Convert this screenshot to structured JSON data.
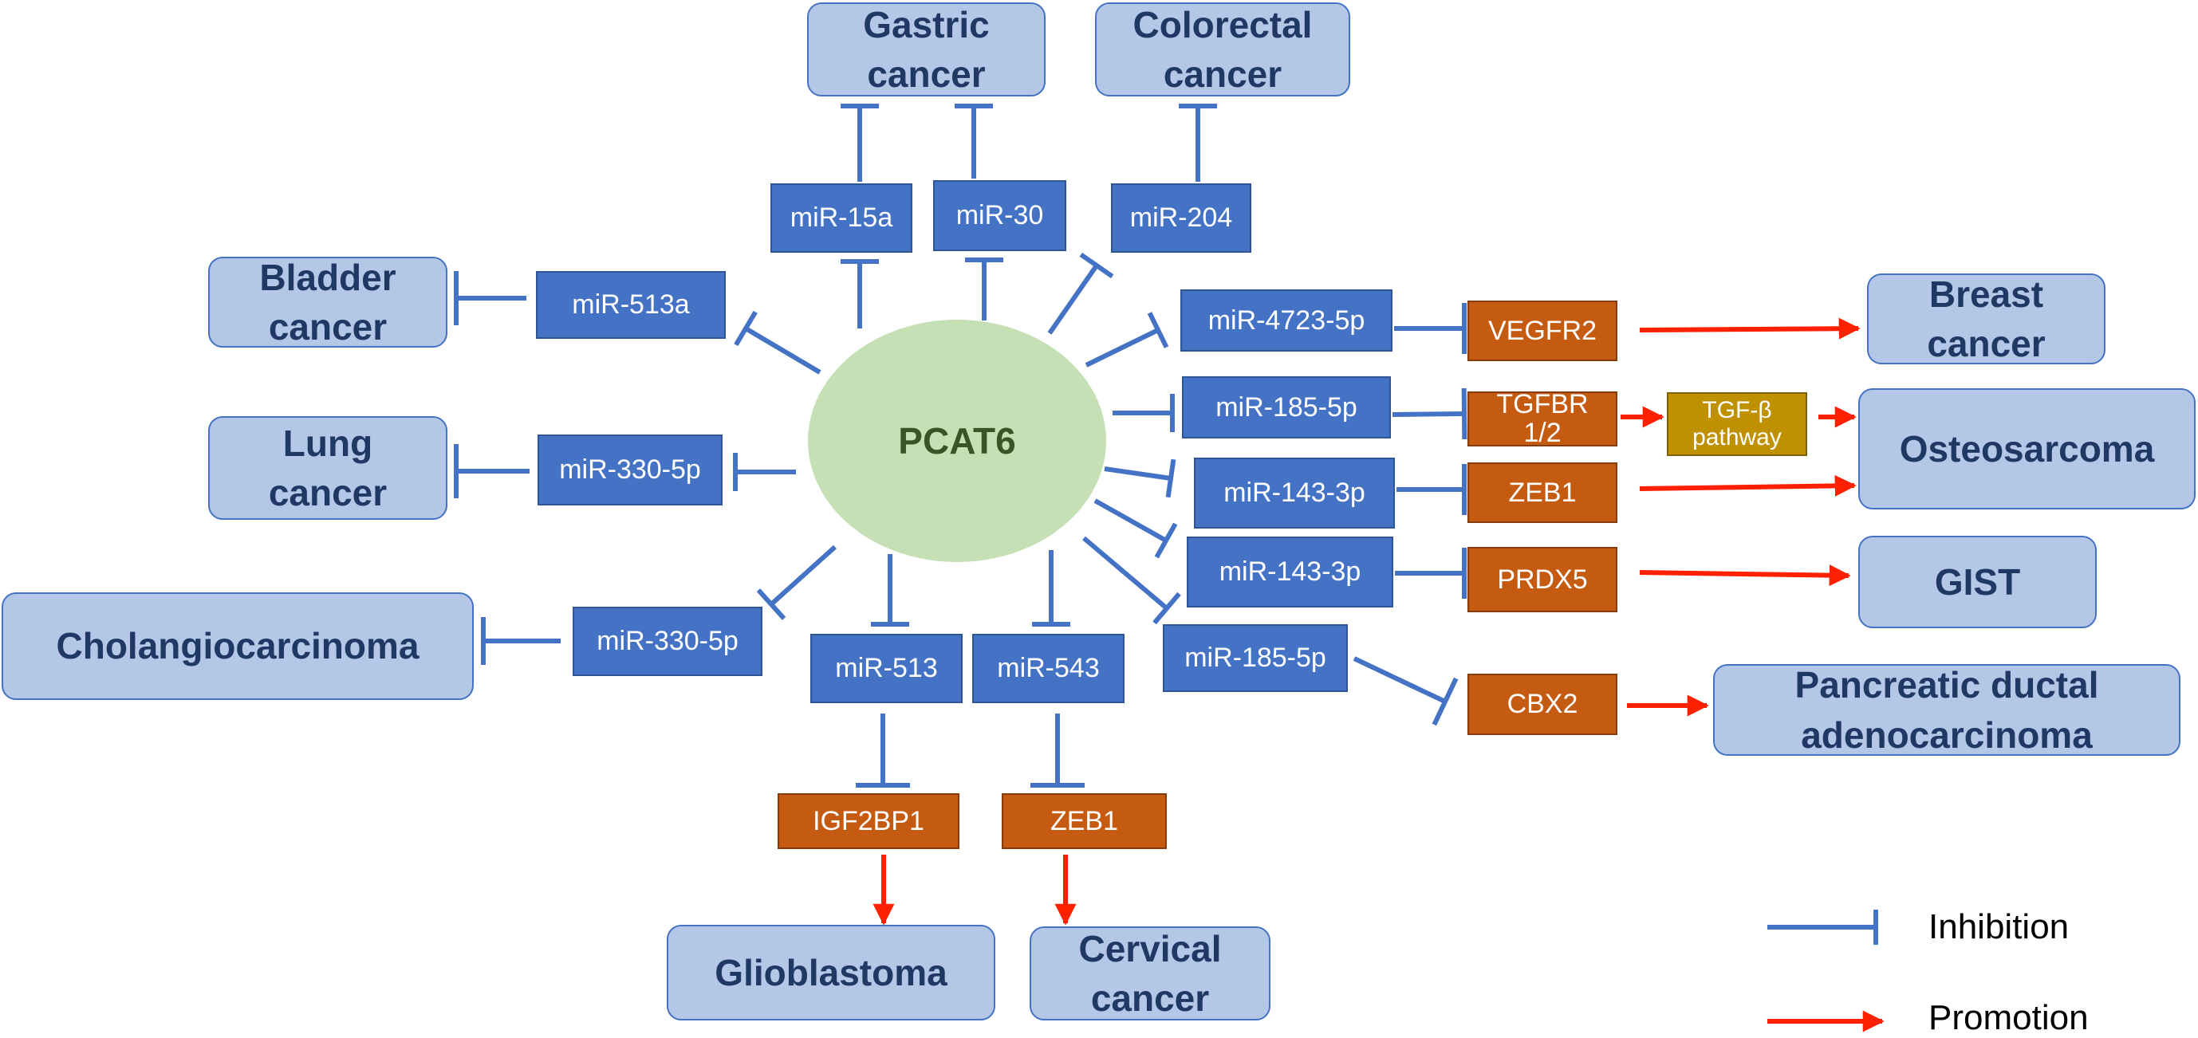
{
  "hub": "PCAT6",
  "cancers": {
    "gastric": "Gastric\ncancer",
    "colorectal": "Colorectal\ncancer",
    "bladder": "Bladder\ncancer",
    "lung": "Lung\ncancer",
    "cholangio": "Cholangiocarcinoma",
    "breast": "Breast\ncancer",
    "osteosarcoma": "Osteosarcoma",
    "gist": "GIST",
    "pancreatic": "Pancreatic ductal\nadenocarcinoma",
    "glioblastoma": "Glioblastoma",
    "cervical": "Cervical\ncancer"
  },
  "mirnas": {
    "mir15a": "miR-15a",
    "mir30": "miR-30",
    "mir204": "miR-204",
    "mir513a": "miR-513a",
    "mir4723": "miR-4723-5p",
    "mir185_a": "miR-185-5p",
    "mir330_lung": "miR-330-5p",
    "mir143_a": "miR-143-3p",
    "mir143_b": "miR-143-3p",
    "mir330_chol": "miR-330-5p",
    "mir513": "miR-513",
    "mir543": "miR-543",
    "mir185_b": "miR-185-5p"
  },
  "genes": {
    "vegfr2": "VEGFR2",
    "tgfbr": "TGFBR\n1/2",
    "zeb1_right": "ZEB1",
    "prdx5": "PRDX5",
    "cbx2": "CBX2",
    "igf2bp1": "IGF2BP1",
    "zeb1_bottom": "ZEB1"
  },
  "pathway": "TGF-β\npathway",
  "legend": {
    "inhibition": "Inhibition",
    "promotion": "Promotion"
  },
  "colors": {
    "inhibition": "#4472c4",
    "promotion": "#ff2000",
    "mirna_fill": "#4472c4",
    "gene_fill": "#c55a11",
    "cancer_fill": "#b4c7e7",
    "hub_fill": "#c5e0b4",
    "pathway_fill": "#bf9000"
  }
}
